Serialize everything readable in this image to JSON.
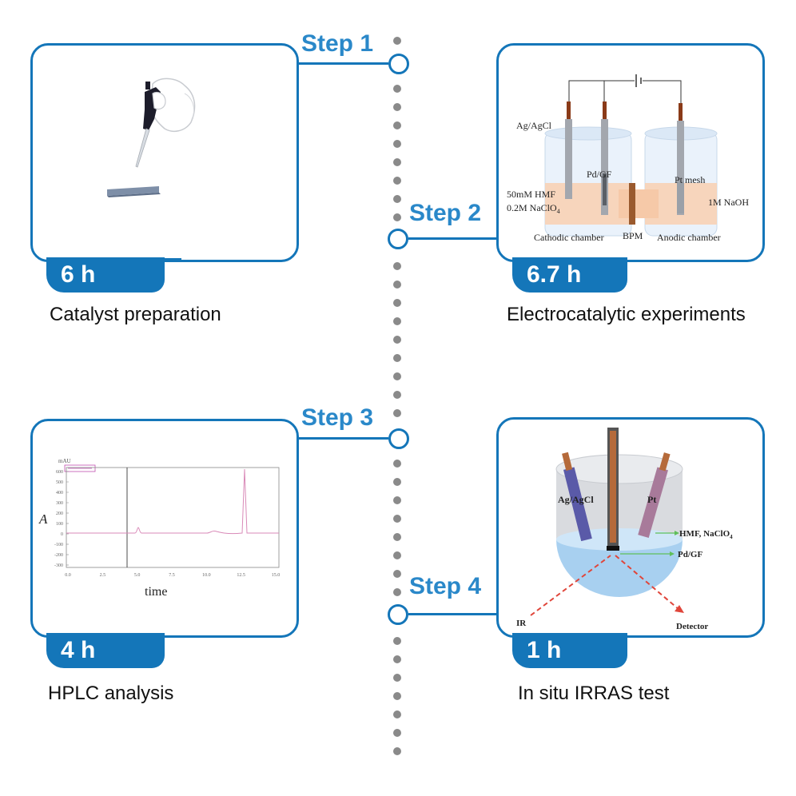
{
  "steps": [
    {
      "label": "Step 1",
      "duration": "6 h",
      "caption": "Catalyst preparation"
    },
    {
      "label": "Step 2",
      "duration": "6.7 h",
      "caption": "Electrocatalytic experiments"
    },
    {
      "label": "Step 3",
      "duration": "4 h",
      "caption": "HPLC analysis"
    },
    {
      "label": "Step 4",
      "duration": "1 h",
      "caption": "In situ IRRAS test"
    }
  ],
  "cell_diagram": {
    "ref_electrode": "Ag/AgCl",
    "working": "Pd/GF",
    "counter": "Pt mesh",
    "catholyte_1": "50mM HMF",
    "catholyte_2": "0.2M NaClO",
    "catholyte_sub": "4",
    "anolyte": "1M NaOH",
    "cathodic": "Cathodic chamber",
    "membrane": "BPM",
    "anodic": "Anodic chamber"
  },
  "hplc": {
    "y_axis": "A",
    "x_axis": "time",
    "unit": "mAU",
    "y_ticks": [
      "600",
      "500",
      "400",
      "300",
      "200",
      "100",
      "0",
      "-100",
      "-200",
      "-300"
    ],
    "x_ticks": [
      "0.0",
      "2.5",
      "5.0",
      "7.5",
      "10.0",
      "12.5",
      "15.0"
    ]
  },
  "irras": {
    "ref_electrode": "Ag/AgCl",
    "counter": "Pt",
    "electrolyte": "HMF, NaClO",
    "electrolyte_sub": "4",
    "working": "Pd/GF",
    "ir": "IR",
    "detector": "Detector"
  },
  "colors": {
    "accent": "#1476b9",
    "step_text": "#2a88c9",
    "timeline_dot": "#8a8a8a"
  }
}
